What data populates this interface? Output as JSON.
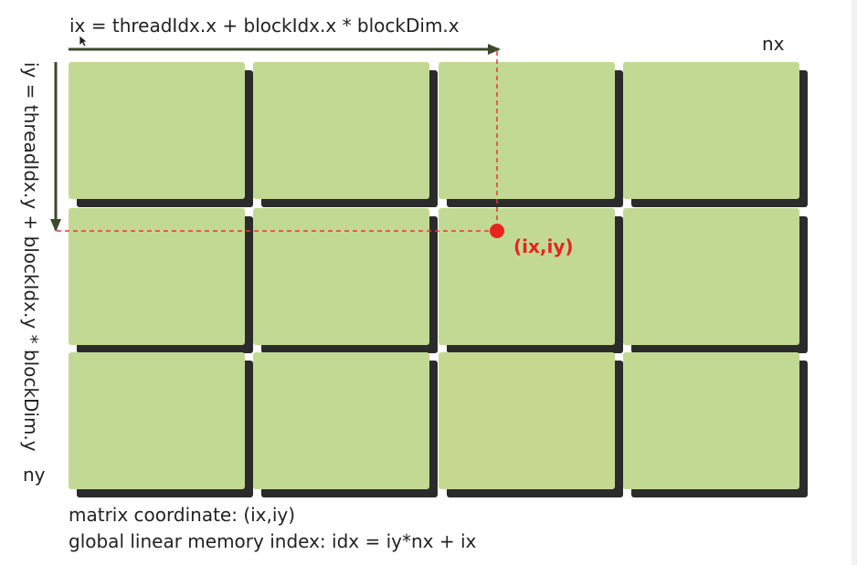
{
  "diagram": {
    "ix_formula": "ix = threadIdx.x + blockIdx.x * blockDim.x",
    "iy_formula": "iy = threadIdx.y + blockIdx.y * blockDim.y",
    "nx_label": "nx",
    "ny_label": "ny",
    "point_label": "(ix,iy)",
    "grid": {
      "rows": 3,
      "cols": 4,
      "highlight_row": 1,
      "highlight_col": 2
    },
    "colors": {
      "block_fill": "#c2d994",
      "block_fill_alt": "#c6d88f",
      "block_shadow": "#2b2b2b",
      "arrow": "#3c4a2c",
      "marker": "#e8241d",
      "dashed_line": "#e33a2e",
      "point_label": "#e8241d"
    },
    "icons": [
      "cursor-arrow-icon"
    ]
  },
  "caption": {
    "line1": "matrix coordinate: (ix,iy)",
    "line2": "global linear memory index: idx = iy*nx + ix"
  }
}
